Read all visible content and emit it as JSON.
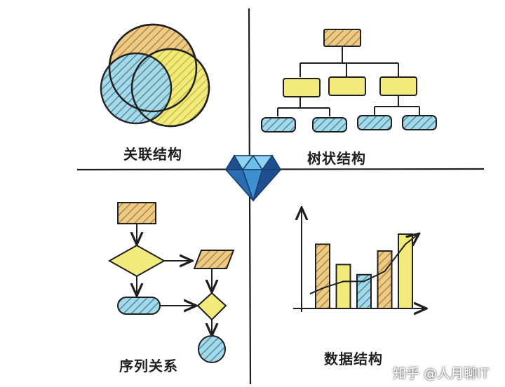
{
  "labels": {
    "venn": "关联结构",
    "tree": "树状结构",
    "sequence": "序列关系",
    "data": "数据结构"
  },
  "watermark": "知乎 @人月聊IT",
  "palette": {
    "yellow": "#f2ea7a",
    "blue": "#7cc1d6",
    "orange": "#e0b46a",
    "ink": "#1f1f1f",
    "gem_dark": "#1e4f8f",
    "gem_light": "#6cc0ea"
  },
  "icons": {
    "center": "diamond-gem-icon"
  },
  "chart_data": {
    "type": "bar",
    "categories": [
      "",
      "",
      "",
      "",
      ""
    ],
    "values": [
      9.5,
      6.5,
      5,
      8.5,
      11
    ],
    "trend": [
      3,
      4,
      4,
      5.5,
      9.5
    ],
    "ylim": [
      0,
      14
    ],
    "title": "",
    "xlabel": "",
    "ylabel": ""
  }
}
